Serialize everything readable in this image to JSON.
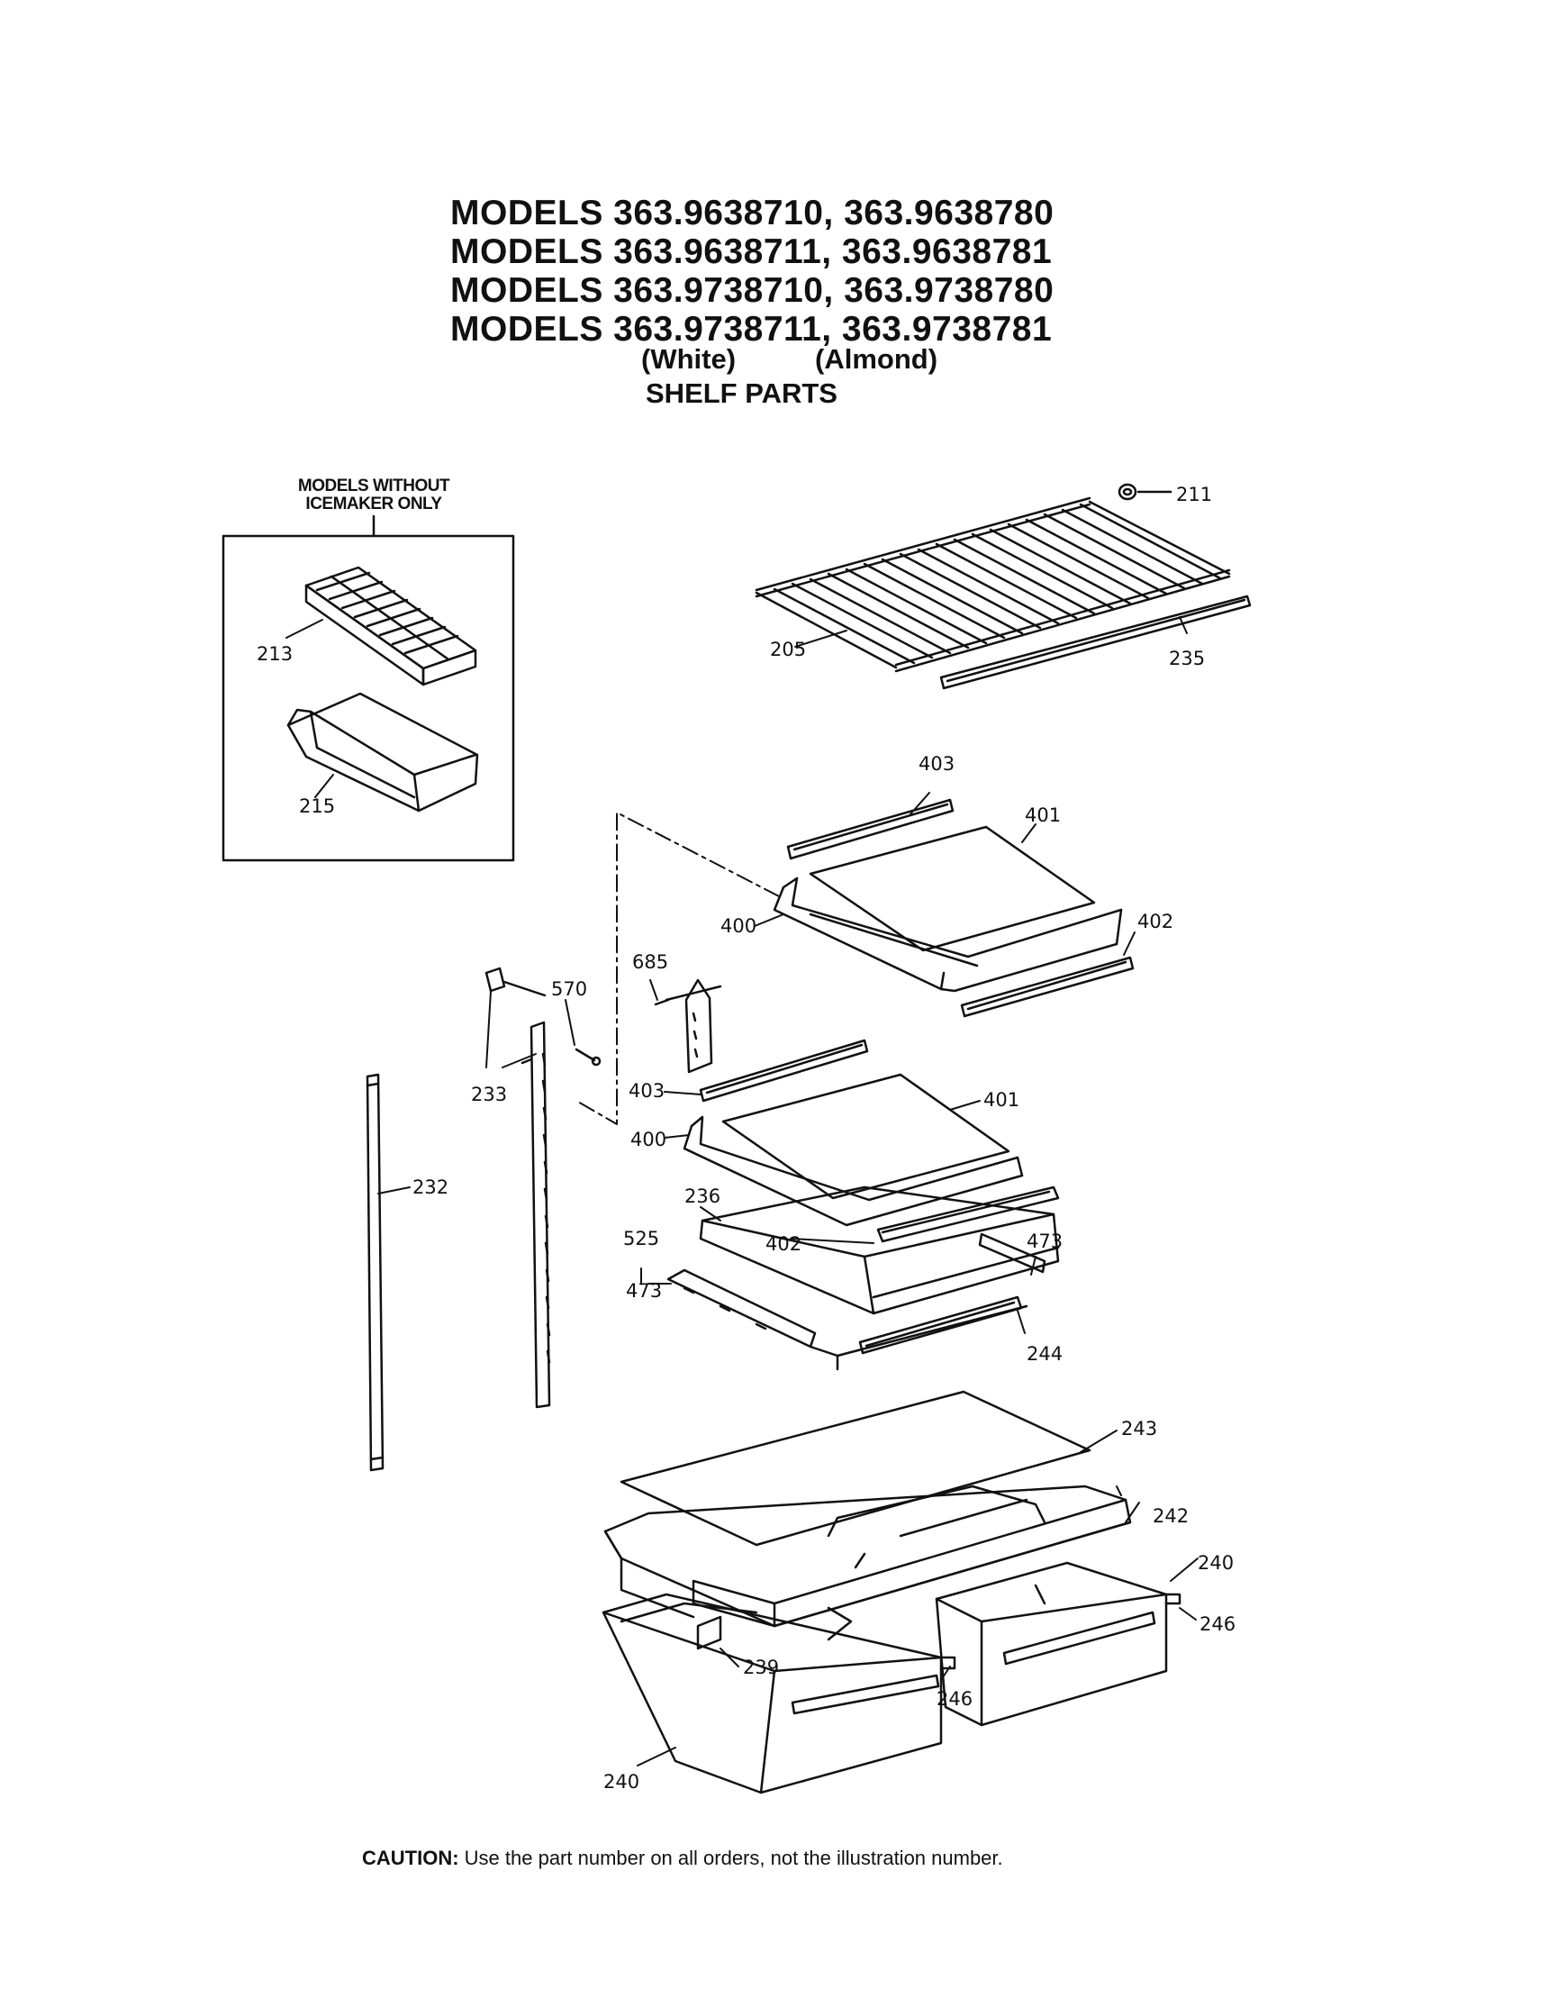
{
  "header": {
    "model_lines": [
      "MODELS 363.9638710, 363.9638780",
      "MODELS 363.9638711, 363.9638781",
      "MODELS 363.9738710, 363.9738780",
      "MODELS 363.9738711, 363.9738781"
    ],
    "color_white": "(White)",
    "color_almond": "(Almond)",
    "subtitle": "SHELF PARTS"
  },
  "inset": {
    "label_line1": "MODELS WITHOUT",
    "label_line2": "ICEMAKER ONLY"
  },
  "callouts": {
    "c211": "211",
    "c205": "205",
    "c235": "235",
    "c213": "213",
    "c215": "215",
    "c403a": "403",
    "c401a": "401",
    "c400a": "400",
    "c402a": "402",
    "c685": "685",
    "c570": "570",
    "c233": "233",
    "c403b": "403",
    "c401b": "401",
    "c400b": "400",
    "c232": "232",
    "c236": "236",
    "c525": "525",
    "c402b": "402",
    "c473a": "473",
    "c473b": "473",
    "c244": "244",
    "c243": "243",
    "c242": "242",
    "c240a": "240",
    "c246a": "246",
    "c239": "239",
    "c246b": "246",
    "c240b": "240"
  },
  "footer": {
    "caution_label": "CAUTION:",
    "caution_text": " Use the part number on all orders, not the illustration number."
  }
}
